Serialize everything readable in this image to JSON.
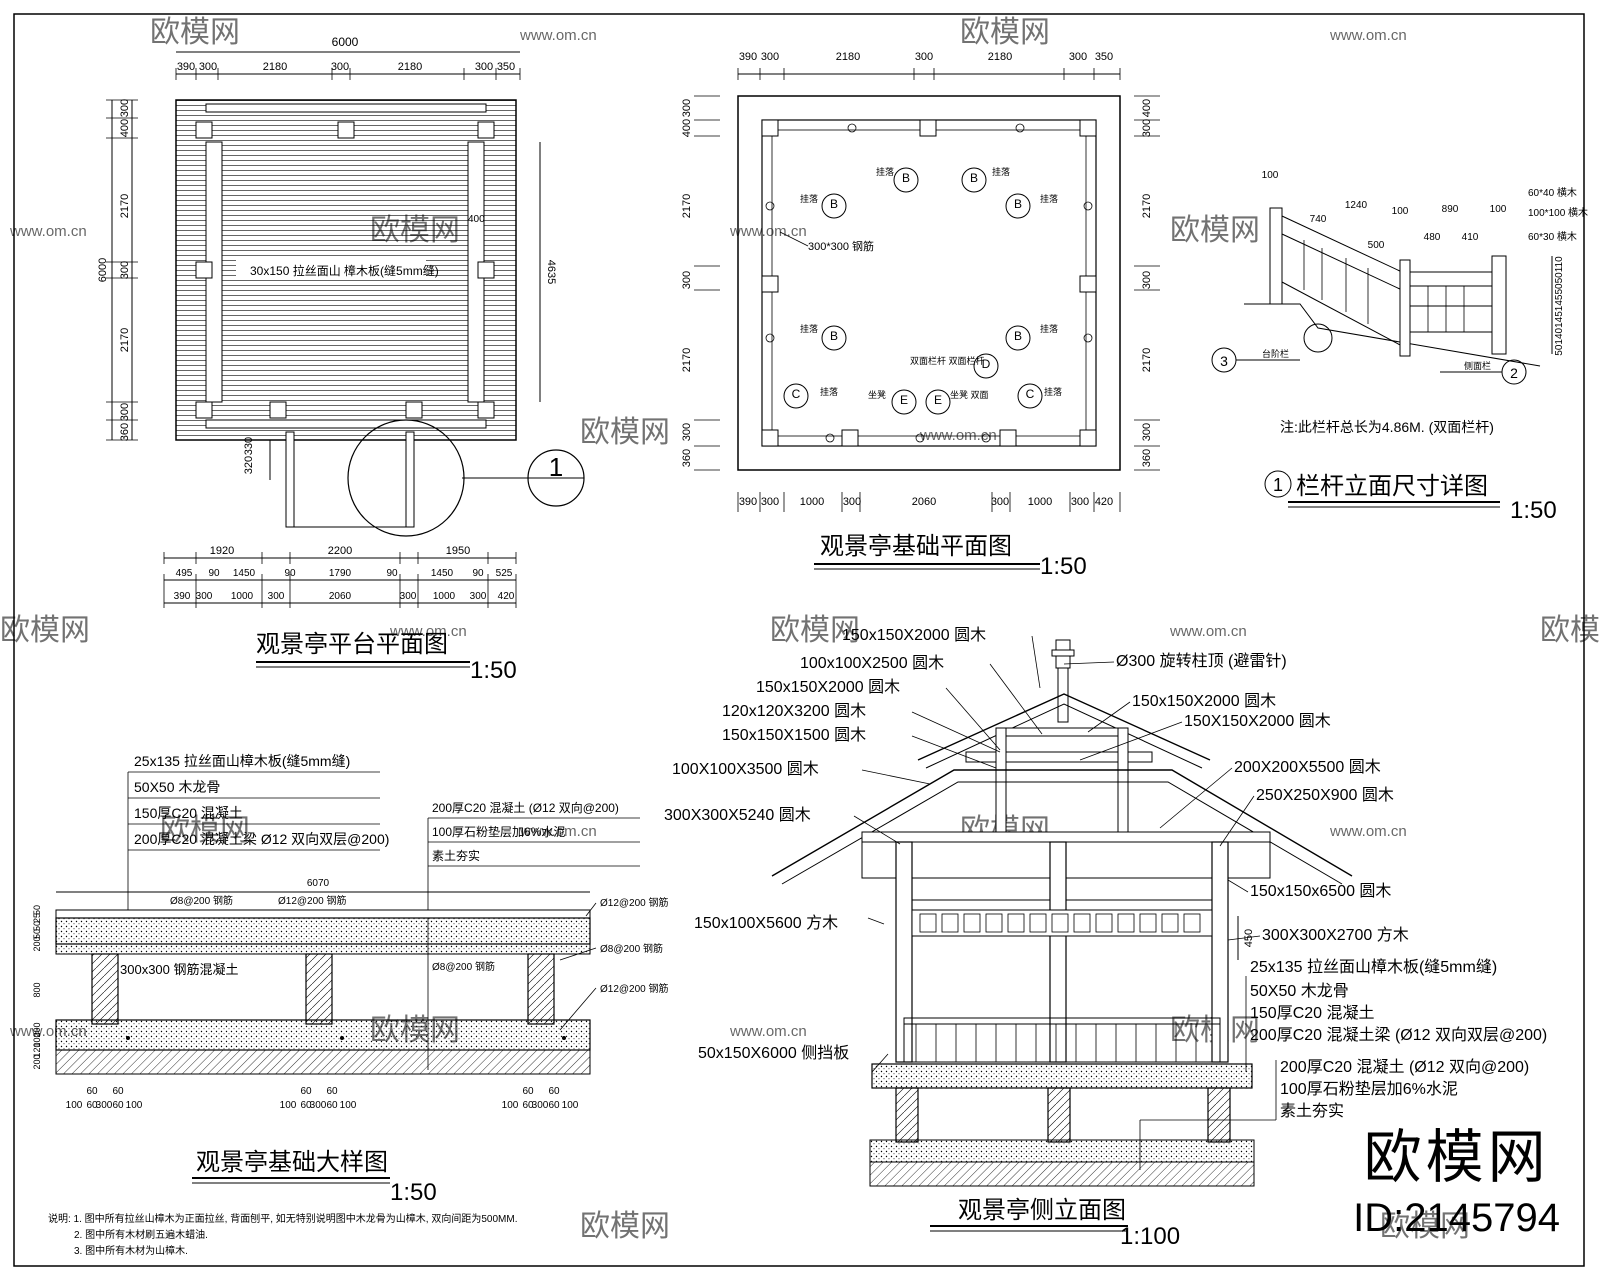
{
  "watermark": {
    "brand": "欧模网",
    "site": "www.om.cn"
  },
  "brand_badge": {
    "name": "欧模网",
    "id": "ID:2145794"
  },
  "platform_plan": {
    "title": "观景亭平台平面图",
    "scale": "1:50",
    "dim_total": "6000",
    "dims_top": [
      "390",
      "300",
      "2180",
      "300",
      "2180",
      "300",
      "350"
    ],
    "dims_left": [
      "300",
      "400",
      "2170",
      "300",
      "2170",
      "300",
      "360"
    ],
    "dim_left_total": "6000",
    "dim_right": "4635",
    "dim_right_small": "400",
    "board_note": "30x150 拉丝面山 樟木板(缝5mm缝)",
    "dim_step": [
      "320",
      "330"
    ],
    "detail_callout": "1",
    "dims_bottom_row1": [
      "1920",
      "2200",
      "1950"
    ],
    "dims_bottom_row2": [
      "495",
      "90",
      "1450",
      "90",
      "1790",
      "90",
      "1450",
      "90",
      "525"
    ],
    "dims_bottom_row3": [
      "390",
      "300",
      "1000",
      "300",
      "2060",
      "300",
      "1000",
      "300",
      "420"
    ]
  },
  "foundation_plan": {
    "title": "观景亭基础平面图",
    "scale": "1:50",
    "dims_top": [
      "390",
      "300",
      "2180",
      "300",
      "2180",
      "300",
      "350"
    ],
    "dims_left": [
      "300",
      "400",
      "2170",
      "300",
      "2170",
      "300",
      "360"
    ],
    "dims_right": [
      "400",
      "300",
      "2170",
      "300",
      "2170",
      "300",
      "360"
    ],
    "dims_bottom": [
      "390",
      "300",
      "1000",
      "300",
      "2060",
      "300",
      "1000",
      "300",
      "420"
    ],
    "column_note": "300*300 钢筋",
    "labels": [
      "挂落",
      "挂落",
      "挂落",
      "挂落",
      "挂落",
      "挂落",
      "挂落",
      "挂落",
      "坐凳",
      "坐凳 双面",
      "双面栏杆 双面栏杆"
    ],
    "markers": [
      "B",
      "B",
      "B",
      "B",
      "B",
      "B",
      "C",
      "E",
      "E",
      "D",
      "C"
    ]
  },
  "railing_detail": {
    "title": "栏杆立面尺寸详图",
    "callout": "1",
    "scale": "1:50",
    "dims": [
      "100",
      "1240",
      "740",
      "500",
      "100",
      "890",
      "100",
      "480",
      "410"
    ],
    "dims_right": [
      "60*40 横木",
      "100*100 横木",
      "60*30 横木"
    ],
    "dims_vertical": "501401451455050110",
    "tag_left": "台阶栏",
    "tag_left_no": "3",
    "tag_right": "侧面栏",
    "tag_right_no": "2",
    "note": "注:此栏杆总长为4.86M. (双面栏杆)"
  },
  "foundation_detail": {
    "title": "观景亭基础大样图",
    "scale": "1:50",
    "layers": [
      "25x135 拉丝面山樟木板(缝5mm缝)",
      "50X50 木龙骨",
      "150厚C20 混凝土",
      "200厚C20 混凝土梁 Ø12 双向双层@200)"
    ],
    "right_notes": [
      "200厚C20 混凝土 (Ø12 双向@200)",
      "100厚石粉垫层加6%水泥",
      "素土夯实"
    ],
    "dim_total": "6070",
    "rebar_labels": [
      "Ø8@200 钢筋",
      "Ø12@200 钢筋",
      "Ø12@200 钢筋",
      "Ø8@200 钢筋",
      "Ø8@200 钢筋",
      "Ø12@200 钢筋"
    ],
    "column": "300x300 钢筋混凝土",
    "dims_left": [
      "50",
      "25",
      "50",
      "50",
      "200",
      "800",
      "200",
      "100",
      "120",
      "200"
    ],
    "dims_bottom": [
      "60",
      "60",
      "100",
      "60",
      "300",
      "60",
      "100"
    ],
    "notes": [
      "说明: 1. 图中所有拉丝山樟木为正面拉丝, 背面刨平, 如无特别说明图中木龙骨为山樟木, 双向间距为500MM.",
      "2. 图中所有木材刷五遍木蜡油.",
      "3. 图中所有木材为山樟木."
    ]
  },
  "side_elevation": {
    "title": "观景亭侧立面图",
    "scale": "1:100",
    "labels_left": [
      "150x150X2000 圆木",
      "100x100X2500 圆木",
      "150x150X2000 圆木",
      "120x120X3200 圆木",
      "150x150X1500 圆木",
      "100X100X3500 圆木",
      "300X300X5240 圆木",
      "150x100X5600 方木",
      "50x150X6000 侧挡板"
    ],
    "labels_right": [
      "Ø300 旋转柱顶 (避雷针)",
      "150x150X2000 圆木",
      "150X150X2000 圆木",
      "200X200X5500 圆木",
      "250X250X900 圆木",
      "150x150x6500 圆木",
      "300X300X2700 方木"
    ],
    "dim_450": "450",
    "layers": [
      "25x135 拉丝面山樟木板(缝5mm缝)",
      "50X50 木龙骨",
      "150厚C20 混凝土",
      "200厚C20 混凝土梁 (Ø12 双向双层@200)",
      "200厚C20 混凝土 (Ø12 双向@200)",
      "100厚石粉垫层加6%水泥",
      "素土夯实"
    ]
  }
}
